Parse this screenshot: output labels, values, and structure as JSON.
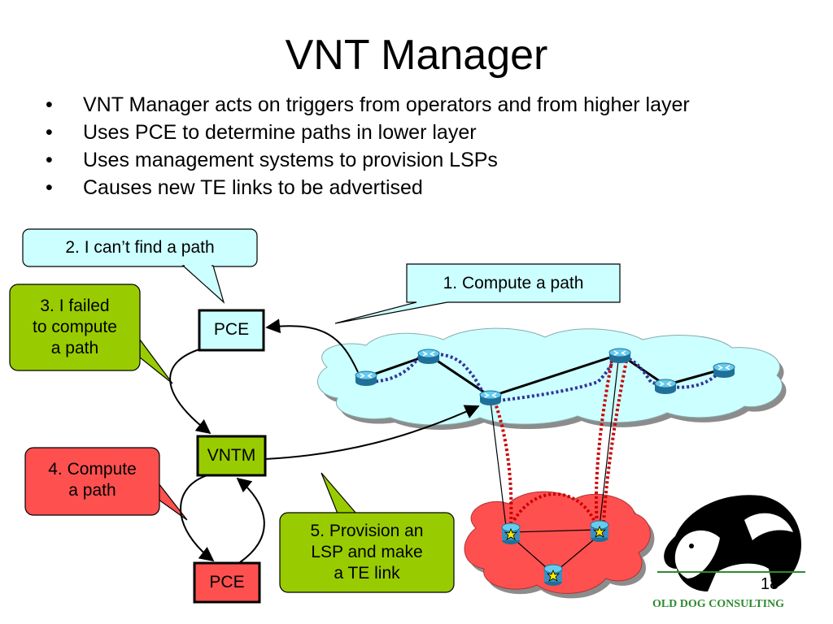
{
  "slide": {
    "title": "VNT Manager",
    "bullets": [
      "VNT Manager acts on triggers from operators and from higher layer",
      "Uses PCE to determine paths in lower layer",
      "Uses management systems to provision LSPs",
      "Causes new TE links to be advertised"
    ],
    "page_number": "18",
    "brand": "OLD DOG CONSULTING"
  },
  "callouts": {
    "compute_path": "1. Compute a path",
    "cant_find": "2. I can’t find a path",
    "failed_line1": "3. I failed",
    "failed_line2": "to compute",
    "failed_line3": "a path",
    "compute_line1": "4. Compute",
    "compute_line2": "a path",
    "provision_line1": "5. Provision an",
    "provision_line2": "LSP and make",
    "provision_line3": "a TE link"
  },
  "boxes": {
    "pce_upper": "PCE",
    "vntm": "VNTM",
    "pce_lower": "PCE"
  },
  "colors": {
    "cyan_callout": "#ccffff",
    "green": "#99cc00",
    "red": "#ff5050",
    "cloud_upper": "#ccffff",
    "cloud_lower": "#ff5050",
    "blue_dotted": "#333399",
    "red_dotted": "#cc0000",
    "router": "#3399cc"
  },
  "icons": [
    "router-icon",
    "failure-star-icon",
    "sheepdog-logo"
  ]
}
